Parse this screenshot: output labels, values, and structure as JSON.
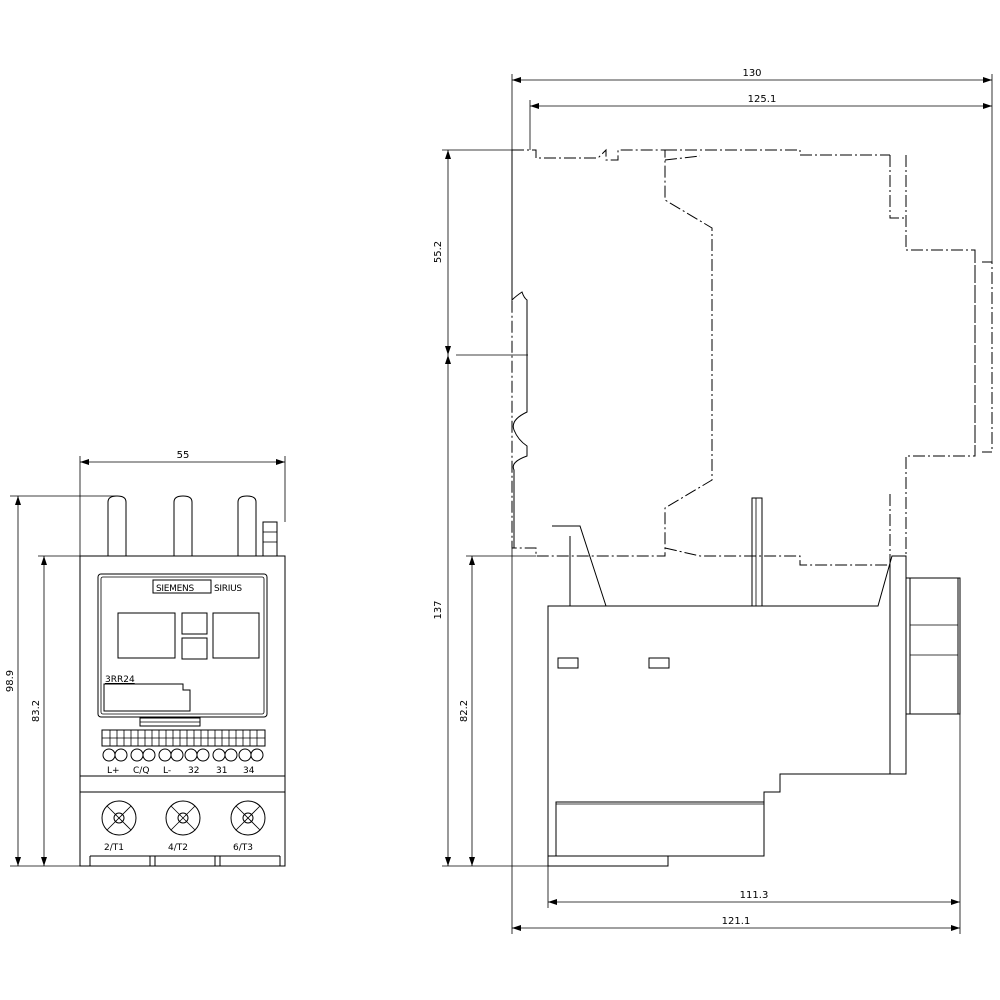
{
  "dimensions": {
    "front_width": "55",
    "front_total_height": "98.9",
    "front_body_height": "83.2",
    "side_total_depth": "130",
    "side_depth_upper": "125.1",
    "side_top_height": "55.2",
    "side_total_height": "137",
    "side_body_height": "82.2",
    "side_depth_lower": "111.3",
    "side_depth_bottom": "121.1"
  },
  "device": {
    "brand": "SIEMENS",
    "series": "SIRIUS",
    "model": "3RR24",
    "control_terminals": [
      "L+",
      "C/Q",
      "L-",
      "32",
      "31",
      "34"
    ],
    "main_terminals": [
      "2/T1",
      "4/T2",
      "6/T3"
    ]
  }
}
